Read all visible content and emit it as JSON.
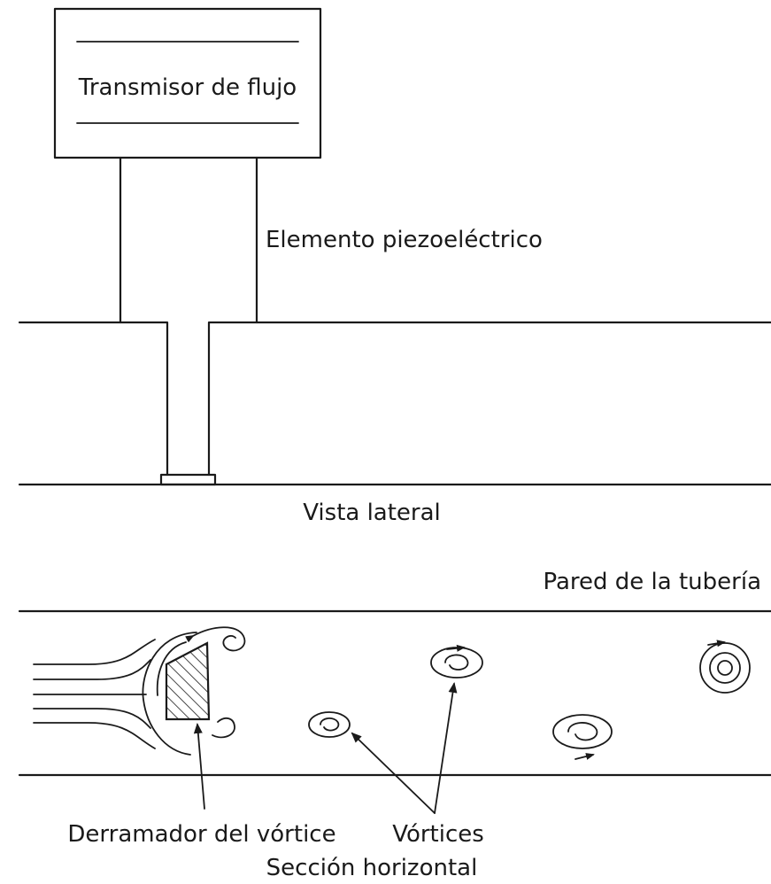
{
  "labels": {
    "transmitter": "Transmisor de flujo",
    "piezo": "Elemento piezoeléctrico",
    "side_view": "Vista lateral",
    "pipe_wall": "Pared de la tubería",
    "shedder": "Derramador del vórtice",
    "vortices": "Vórtices",
    "horizontal_section": "Sección horizontal"
  }
}
